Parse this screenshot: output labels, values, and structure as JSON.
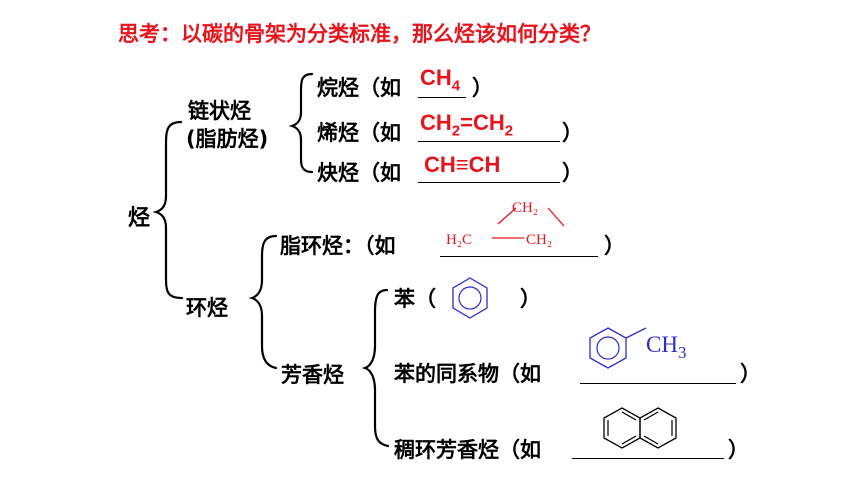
{
  "question": "思考：以碳的骨架为分类标准，那么烃该如何分类？",
  "root": "烃",
  "chain": {
    "label": "链状烃",
    "sublabel": "(脂肪烃)"
  },
  "alkane": {
    "label": "烷烃（如",
    "formula": "CH",
    "sub": "4",
    "close": "）"
  },
  "alkene": {
    "label": "烯烃（如",
    "f1": "CH",
    "s1": "2",
    "mid": "=CH",
    "s2": "2",
    "close": "）"
  },
  "alkyne": {
    "label": "炔烃（如",
    "formula": "CH≡CH",
    "close": "）"
  },
  "cyclic": {
    "label": "环烃"
  },
  "alicyclic": {
    "label": "脂环烃：（如",
    "close": "）",
    "top": "CH₂",
    "left": "H₂C",
    "right": "CH₂"
  },
  "aromatic": {
    "label": "芳香烃"
  },
  "benzene": {
    "label": "苯（",
    "close": "）"
  },
  "homolog": {
    "label": "苯的同系物（如",
    "close": "）",
    "group": "CH",
    "sub": "3"
  },
  "fused": {
    "label": "稠环芳香烃（如",
    "close": "）"
  },
  "colors": {
    "red": "#e8141c",
    "blue": "#2b2bd0",
    "black": "#000000"
  }
}
